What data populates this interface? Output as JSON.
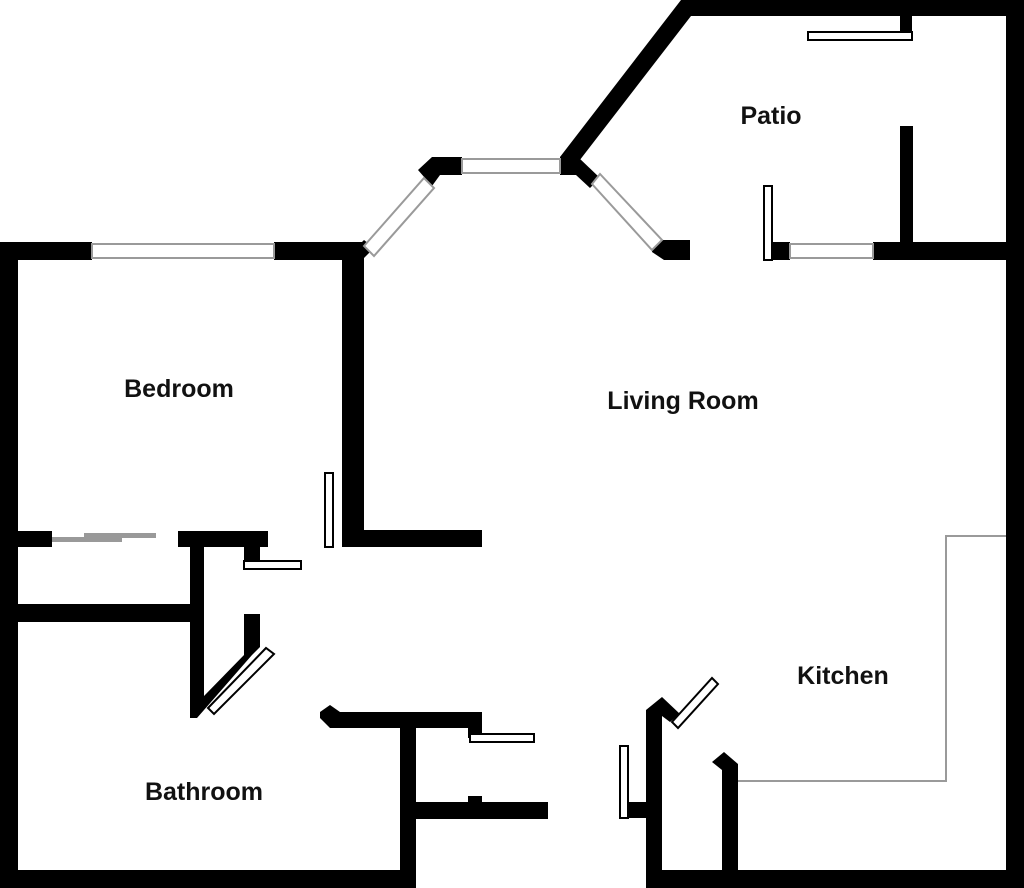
{
  "floor_plan": {
    "rooms": [
      {
        "id": "patio",
        "label": "Patio"
      },
      {
        "id": "bedroom",
        "label": "Bedroom"
      },
      {
        "id": "living-room",
        "label": "Living Room"
      },
      {
        "id": "kitchen",
        "label": "Kitchen"
      },
      {
        "id": "bathroom",
        "label": "Bathroom"
      }
    ],
    "colors": {
      "wall": "#000000",
      "window_frame": "#9a9a9a",
      "door": "#000000",
      "closet_door": "#999999",
      "counter_outline": "#9a9a9a",
      "background": "#ffffff"
    }
  }
}
